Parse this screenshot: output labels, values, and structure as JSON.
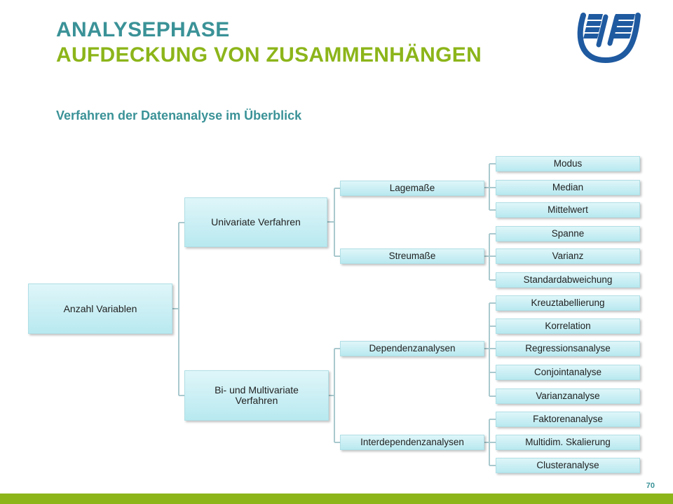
{
  "header": {
    "title_line1": "ANALYSEPHASE",
    "title_line2": "AUFDECKUNG VON ZUSAMMENHÄNGEN",
    "subtitle": "Verfahren der Datenanalyse im Überblick"
  },
  "colors": {
    "teal": "#3a9297",
    "green": "#8cb51a",
    "logo_blue": "#1f5aa0"
  },
  "logo": {
    "icon": "university-logo-icon"
  },
  "diagram": {
    "root": "Anzahl Variablen",
    "level1": {
      "univariate": "Univariate Verfahren",
      "multivariate": "Bi- und Multivariate Verfahren"
    },
    "level2": {
      "lagemasse": "Lagemaße",
      "streumasse": "Streumaße",
      "dependenz": "Dependenzanalysen",
      "interdependenz": "Interdependenzanalysen"
    },
    "leaves": {
      "lagemasse": [
        "Modus",
        "Median",
        "Mittelwert"
      ],
      "streumasse": [
        "Spanne",
        "Varianz",
        "Standardabweichung"
      ],
      "dependenz": [
        "Kreuztabellierung",
        "Korrelation",
        "Regressionsanalyse",
        "Conjointanalyse",
        "Varianzanalyse"
      ],
      "interdependenz": [
        "Faktorenanalyse",
        "Multidim. Skalierung",
        "Clusteranalyse"
      ]
    }
  },
  "footer": {
    "page_number": "70"
  }
}
